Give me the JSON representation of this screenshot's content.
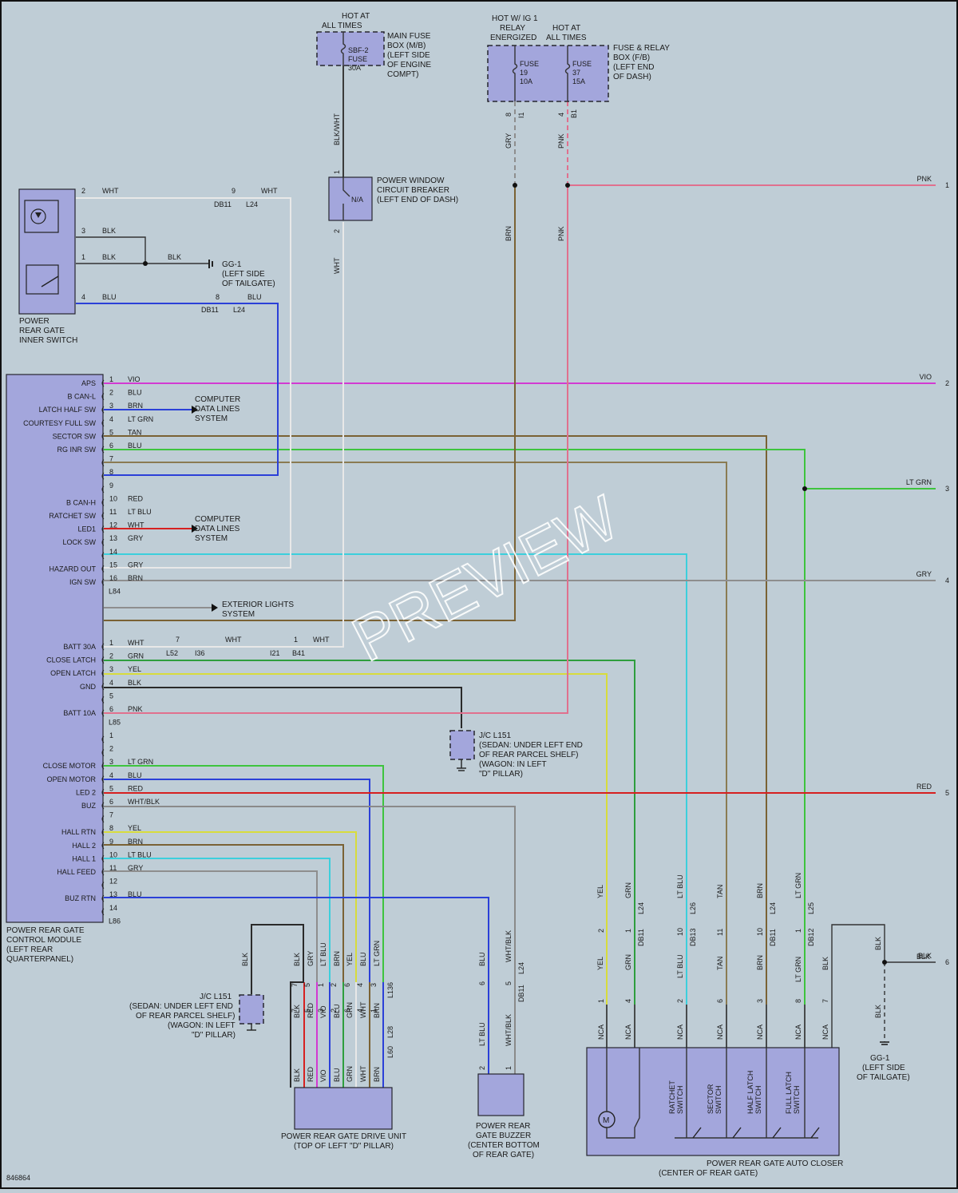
{
  "diagram_id": "846864",
  "watermark": "PREVIEW",
  "colors": {
    "background": "#bfcdd6",
    "component": "#a3a6dc",
    "VIO": "#d23ad2",
    "BLU": "#2b40d8",
    "RED": "#d62020",
    "BRN": "#7a6234",
    "LT GRN": "#3ec43e",
    "TAN": "#8a7b52",
    "LT BLU": "#3ccfdc",
    "GRY": "#8e8e8e",
    "WHT": "#f2f2f2",
    "YEL": "#d8dc3c",
    "BLK": "#2a2a2a",
    "PNK": "#e0708e",
    "GRN": "#2e9e3e",
    "WHT/BLK": "#8a8a8a",
    "BLK/WHT": "#3a3a3a"
  },
  "fuses": {
    "main": {
      "lines": [
        "HOT AT",
        "ALL TIMES"
      ],
      "fuse": [
        "SBF-2",
        "FUSE",
        "30A"
      ],
      "box": [
        "MAIN FUSE",
        "BOX (M/B)",
        "(LEFT SIDE",
        "OF ENGINE",
        "COMPT)"
      ]
    },
    "relay": {
      "lines": [
        "HOT W/ IG 1",
        "RELAY",
        "ENERGIZED"
      ],
      "fuse": [
        "FUSE",
        "19",
        "10A"
      ]
    },
    "hot2": {
      "lines": [
        "HOT AT",
        "ALL TIMES"
      ],
      "fuse": [
        "FUSE",
        "37",
        "15A"
      ]
    },
    "fb": {
      "box": [
        "FUSE & RELAY",
        "BOX (F/B)",
        "(LEFT END",
        "OF DASH)"
      ]
    }
  },
  "breaker": {
    "label": "N/A",
    "text": [
      "POWER WINDOW",
      "CIRCUIT BREAKER",
      "(LEFT END OF DASH)"
    ]
  },
  "inner_switch": {
    "text": [
      "POWER",
      "REAR GATE",
      "INNER SWITCH"
    ]
  },
  "ground_top": {
    "text": [
      "GG-1",
      "(LEFT SIDE",
      "OF TAILGATE)"
    ]
  },
  "module": {
    "text": [
      "POWER REAR GATE",
      "CONTROL MODULE",
      "(LEFT REAR",
      "QUARTERPANEL)"
    ],
    "l84_pins": [
      {
        "pin": "1",
        "label": "APS",
        "wire": "VIO"
      },
      {
        "pin": "2",
        "label": "B CAN-L",
        "wire": "BLU"
      },
      {
        "pin": "3",
        "label": "LATCH HALF SW",
        "wire": "BRN"
      },
      {
        "pin": "4",
        "label": "COURTESY FULL SW",
        "wire": "LT GRN"
      },
      {
        "pin": "5",
        "label": "SECTOR SW",
        "wire": "TAN"
      },
      {
        "pin": "6",
        "label": "RG INR SW",
        "wire": "BLU"
      },
      {
        "pin": "7",
        "label": "",
        "wire": ""
      },
      {
        "pin": "8",
        "label": "",
        "wire": ""
      },
      {
        "pin": "9",
        "label": "",
        "wire": ""
      },
      {
        "pin": "10",
        "label": "B CAN-H",
        "wire": "RED"
      },
      {
        "pin": "11",
        "label": "RATCHET SW",
        "wire": "LT BLU"
      },
      {
        "pin": "12",
        "label": "LED1",
        "wire": "WHT"
      },
      {
        "pin": "13",
        "label": "LOCK SW",
        "wire": "GRY"
      },
      {
        "pin": "14",
        "label": "",
        "wire": ""
      },
      {
        "pin": "15",
        "label": "HAZARD OUT",
        "wire": "GRY"
      },
      {
        "pin": "16",
        "label": "IGN SW",
        "wire": "BRN"
      }
    ],
    "l85_pins": [
      {
        "pin": "1",
        "label": "BATT 30A",
        "wire": "WHT"
      },
      {
        "pin": "2",
        "label": "CLOSE LATCH",
        "wire": "GRN"
      },
      {
        "pin": "3",
        "label": "OPEN LATCH",
        "wire": "YEL"
      },
      {
        "pin": "4",
        "label": "GND",
        "wire": "BLK"
      },
      {
        "pin": "5",
        "label": "",
        "wire": ""
      },
      {
        "pin": "6",
        "label": "BATT 10A",
        "wire": "PNK"
      }
    ],
    "l86_pins": [
      {
        "pin": "1",
        "label": "",
        "wire": ""
      },
      {
        "pin": "2",
        "label": "",
        "wire": ""
      },
      {
        "pin": "3",
        "label": "CLOSE MOTOR",
        "wire": "LT GRN"
      },
      {
        "pin": "4",
        "label": "OPEN MOTOR",
        "wire": "BLU"
      },
      {
        "pin": "5",
        "label": "LED 2",
        "wire": "RED"
      },
      {
        "pin": "6",
        "label": "BUZ",
        "wire": "WHT/BLK"
      },
      {
        "pin": "7",
        "label": "",
        "wire": ""
      },
      {
        "pin": "8",
        "label": "HALL RTN",
        "wire": "YEL"
      },
      {
        "pin": "9",
        "label": "HALL 2",
        "wire": "BRN"
      },
      {
        "pin": "10",
        "label": "HALL 1",
        "wire": "LT BLU"
      },
      {
        "pin": "11",
        "label": "HALL FEED",
        "wire": "GRY"
      },
      {
        "pin": "12",
        "label": "",
        "wire": ""
      },
      {
        "pin": "13",
        "label": "BUZ RTN",
        "wire": "BLU"
      },
      {
        "pin": "14",
        "label": "",
        "wire": ""
      }
    ],
    "connectors": [
      "L84",
      "L85",
      "L86"
    ]
  },
  "data_lines": {
    "text": [
      "COMPUTER",
      "DATA LINES",
      "SYSTEM"
    ]
  },
  "exterior_lights": {
    "text": [
      "EXTERIOR LIGHTS",
      "SYSTEM"
    ]
  },
  "jc_mid": {
    "text": [
      "J/C L151",
      "(SEDAN: UNDER LEFT END",
      "OF REAR PARCEL SHELF)",
      "(WAGON: IN LEFT",
      "\"D\" PILLAR)"
    ]
  },
  "jc_left": {
    "text": [
      "J/C L151",
      "(SEDAN: UNDER LEFT END",
      "OF REAR PARCEL SHELF)",
      "(WAGON: IN LEFT",
      "\"D\" PILLAR)"
    ]
  },
  "drive_unit": {
    "text": [
      "POWER REAR GATE DRIVE UNIT",
      "(TOP OF LEFT \"D\" PILLAR)"
    ],
    "wires": [
      "BLK",
      "RED",
      "VIO",
      "BLU",
      "GRN",
      "WHT",
      "BRN",
      "BLU"
    ]
  },
  "buzzer": {
    "text": [
      "POWER REAR",
      "GATE BUZZER",
      "(CENTER BOTTOM",
      "OF REAR GATE)"
    ]
  },
  "closer": {
    "text": [
      "POWER REAR GATE AUTO CLOSER",
      "(CENTER OF REAR GATE)"
    ],
    "switches": [
      "RATCHET SWITCH",
      "SECTOR SWITCH",
      "HALF LATCH SWITCH",
      "FULL LATCH SWITCH"
    ],
    "motor": "M",
    "nca": "NCA"
  },
  "ground_bottom": {
    "text": [
      "GG-1",
      "(LEFT SIDE",
      "OF TAILGATE)"
    ]
  },
  "right_refs": [
    {
      "n": "1",
      "wire": "PNK"
    },
    {
      "n": "2",
      "wire": "VIO"
    },
    {
      "n": "3",
      "wire": "LT GRN"
    },
    {
      "n": "4",
      "wire": "GRY"
    },
    {
      "n": "5",
      "wire": "RED"
    },
    {
      "n": "6",
      "wire": "BLK"
    }
  ],
  "labels": {
    "blkwht": "BLK/WHT",
    "wht": "WHT",
    "blk": "BLK",
    "blu": "BLU",
    "gry": "GRY",
    "brn": "BRN",
    "pnk": "PNK",
    "vio": "VIO",
    "red": "RED",
    "ltgrn": "LT GRN",
    "ltblu": "LT BLU",
    "yel": "YEL",
    "grn": "GRN",
    "tan": "TAN",
    "whtblk": "WHT/BLK",
    "db11": "DB11",
    "db12": "DB12",
    "db13": "DB13",
    "l24": "L24",
    "l25": "L25",
    "l26": "L26",
    "l28": "L28",
    "l52": "L52",
    "l60": "L60",
    "l136": "L136",
    "i36": "I36",
    "i21": "I21",
    "b41": "B41",
    "i1": "I1",
    "b1": "B1"
  }
}
